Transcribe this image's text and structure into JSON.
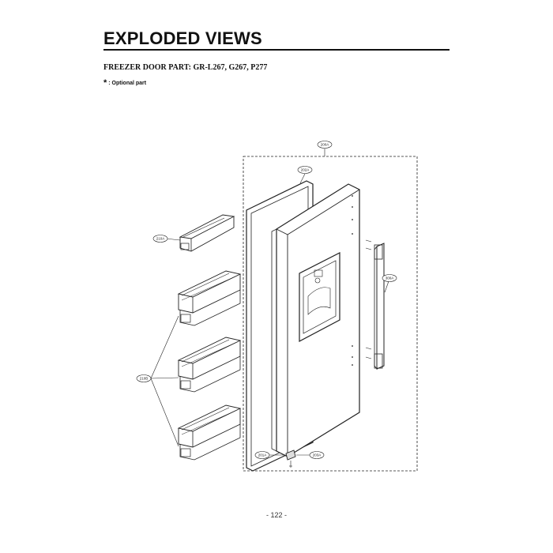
{
  "header": {
    "title": "EXPLODED VIEWS",
    "subtitle": "FREEZER DOOR PART: GR-L267, G267, P277",
    "legend_symbol": "*",
    "legend_text": ": Optional part"
  },
  "diagram": {
    "callouts": {
      "door_assembly": "200A",
      "gasket": "202A",
      "handle": "300A",
      "basket_top": "210A",
      "baskets": "210B",
      "hinge": "201A",
      "cap": "203A"
    }
  },
  "footer": {
    "page_number": "- 122 -"
  }
}
